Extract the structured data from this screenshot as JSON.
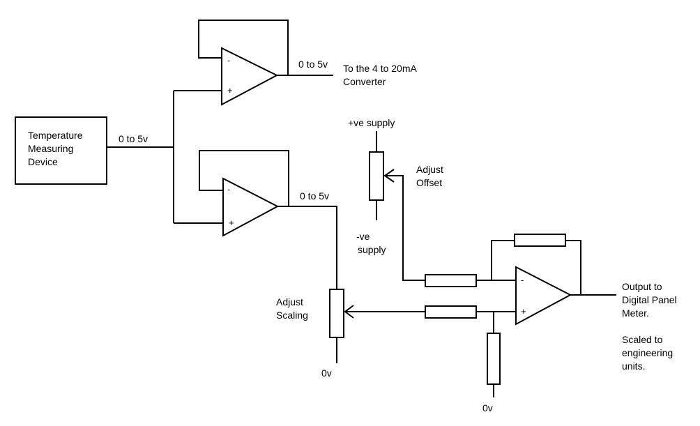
{
  "labels": {
    "device_line1": "Temperature",
    "device_line2": "Measuring",
    "device_line3": "Device",
    "device_out": "0 to 5v",
    "buffer1_out": "0 to 5v",
    "converter_line1": "To the 4 to 20mA",
    "converter_line2": "Converter",
    "pos_supply": "+ve supply",
    "adjust_offset_line1": "Adjust",
    "adjust_offset_line2": "Offset",
    "neg_supply_line1": "-ve",
    "neg_supply_line2": "supply",
    "buffer2_out": "0 to 5v",
    "adjust_scaling_line1": "Adjust",
    "adjust_scaling_line2": "Scaling",
    "ground_scaling": "0v",
    "ground_bottom": "0v",
    "output_line1": "Output to",
    "output_line2": "Digital Panel",
    "output_line3": "Meter.",
    "note_line1": "Scaled to",
    "note_line2": "engineering",
    "note_line3": "units."
  },
  "symbols": {
    "minus": "-",
    "plus": "+"
  }
}
